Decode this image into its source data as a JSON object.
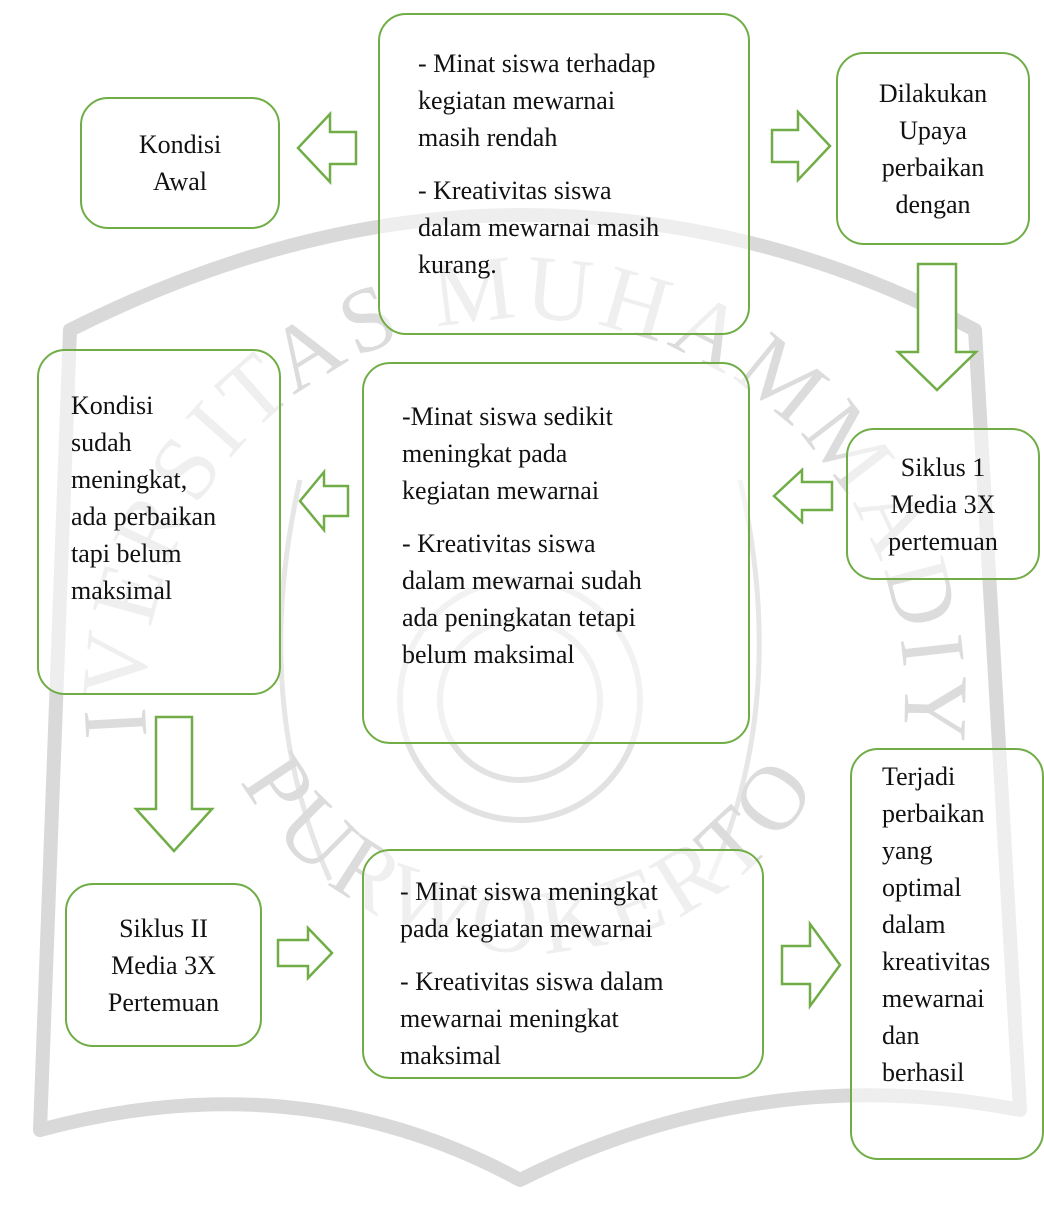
{
  "watermark": {
    "arc_top": "UNIVERSITAS MUHAMMADIYAH",
    "arc_bottom": "PURWOKERTO"
  },
  "boxes": {
    "kondisi_awal": {
      "lines": [
        "Kondisi",
        "Awal"
      ]
    },
    "problem": {
      "para1": [
        "- Minat siswa terhadap",
        "kegiatan mewarnai",
        "masih rendah"
      ],
      "para2": [
        "- Kreativitas siswa",
        "dalam mewarnai masih",
        "kurang."
      ]
    },
    "upaya": {
      "lines": [
        "Dilakukan",
        "Upaya",
        "perbaikan",
        "dengan"
      ]
    },
    "siklus1": {
      "lines": [
        "Siklus 1",
        "Media 3X",
        "pertemuan"
      ]
    },
    "hasil1": {
      "para1": [
        "-Minat siswa sedikit",
        "meningkat pada",
        "kegiatan mewarnai"
      ],
      "para2": [
        "- Kreativitas siswa",
        "dalam mewarnai sudah",
        "ada peningkatan tetapi",
        "belum maksimal"
      ]
    },
    "kondisi_mid": {
      "lines": [
        "Kondisi",
        "sudah",
        "meningkat,",
        "ada perbaikan",
        "tapi belum",
        "maksimal"
      ]
    },
    "siklus2": {
      "lines": [
        "Siklus II",
        "Media 3X",
        "Pertemuan"
      ]
    },
    "hasil2": {
      "para1": [
        "- Minat siswa meningkat",
        "pada kegiatan mewarnai"
      ],
      "para2": [
        "- Kreativitas siswa dalam",
        "mewarnai meningkat",
        "maksimal"
      ]
    },
    "final": {
      "lines": [
        "Terjadi",
        "perbaikan",
        "yang",
        "optimal",
        "dalam",
        "kreativitas",
        "mewarnai",
        "dan",
        "berhasil"
      ]
    }
  },
  "colors": {
    "border": "#70ad47",
    "watermark": "#d9d9d9"
  }
}
